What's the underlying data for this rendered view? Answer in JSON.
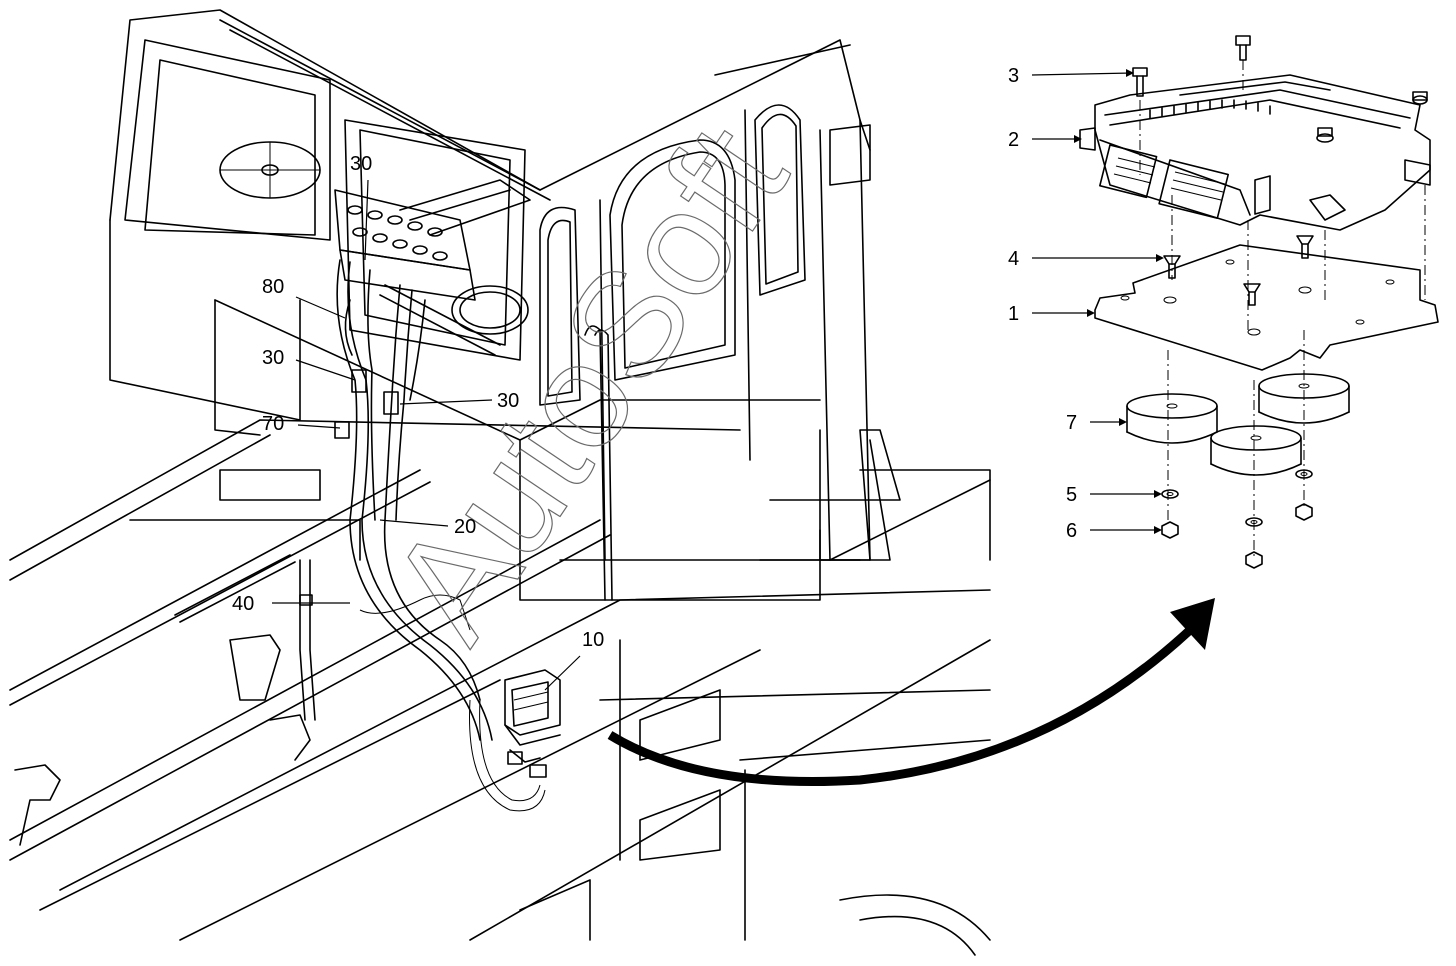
{
  "watermark": "AutoSoft",
  "callouts": {
    "c30_top": "30",
    "c80": "80",
    "c30_left": "30",
    "c30_right": "30",
    "c70": "70",
    "c20": "20",
    "c40": "40",
    "c10": "10",
    "c3": "3",
    "c2": "2",
    "c4": "4",
    "c1": "1",
    "c7": "7",
    "c5": "5",
    "c6": "6"
  }
}
